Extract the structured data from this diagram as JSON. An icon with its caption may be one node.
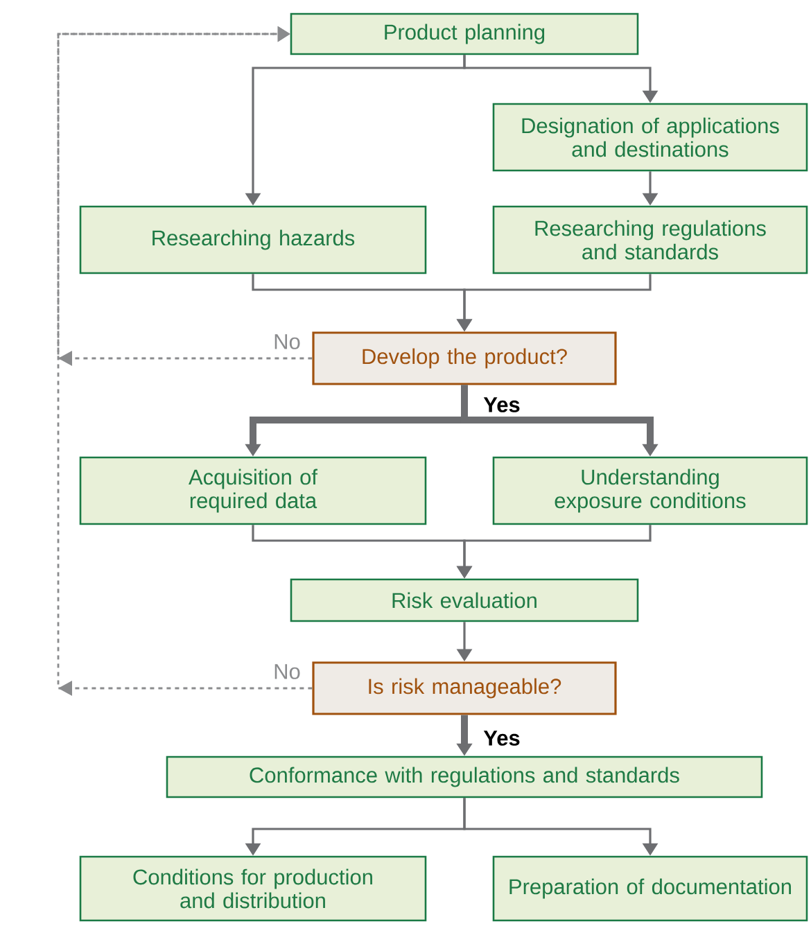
{
  "diagram": {
    "nodes": [
      {
        "text": [
          "Product planning"
        ]
      },
      {
        "text": [
          "Designation of applications and destinations"
        ]
      },
      {
        "text": [
          "Researching hazards"
        ]
      },
      {
        "text": [
          "Researching regulations and standards"
        ]
      },
      {
        "text": [
          "Develop the product?"
        ]
      },
      {
        "text": [
          "Acquisition of required data"
        ]
      },
      {
        "text": [
          "Understanding exposure conditions"
        ]
      },
      {
        "text": [
          "Risk evaluation"
        ]
      },
      {
        "text": [
          "Is risk manageable?"
        ]
      },
      {
        "text": [
          "Conformance with regulations and standards"
        ]
      },
      {
        "text": [
          "Conditions for production and distribution"
        ]
      },
      {
        "text": [
          "Preparation of documentation"
        ]
      }
    ],
    "edges": [
      {
        "from": 0,
        "to": 2,
        "arrow": "to"
      },
      {
        "from": 0,
        "to": 1,
        "arrow": "to"
      },
      {
        "from": 1,
        "to": 3,
        "arrow": "to"
      },
      {
        "from": 2,
        "to": 4,
        "arrow": "to"
      },
      {
        "from": 3,
        "to": 4,
        "arrow": "to"
      },
      {
        "from": 4,
        "to": 0,
        "arrow": "to",
        "label": "No",
        "style": "dashed",
        "color": "#8a8b8d"
      },
      {
        "from": 4,
        "to": 5,
        "arrow": "to",
        "label": "Yes",
        "style": "thick"
      },
      {
        "from": 4,
        "to": 6,
        "arrow": "to",
        "style": "thick"
      },
      {
        "from": 5,
        "to": 7,
        "arrow": "to"
      },
      {
        "from": 6,
        "to": 7,
        "arrow": "to"
      },
      {
        "from": 7,
        "to": 8,
        "arrow": "to"
      },
      {
        "from": 8,
        "to": 0,
        "arrow": "to",
        "label": "No",
        "style": "dashed",
        "color": "#8a8b8d"
      },
      {
        "from": 8,
        "to": 9,
        "arrow": "to",
        "label": "Yes",
        "style": "thick"
      },
      {
        "from": 9,
        "to": 10,
        "arrow": "to"
      },
      {
        "from": 9,
        "to": 11,
        "arrow": "to"
      }
    ]
  }
}
